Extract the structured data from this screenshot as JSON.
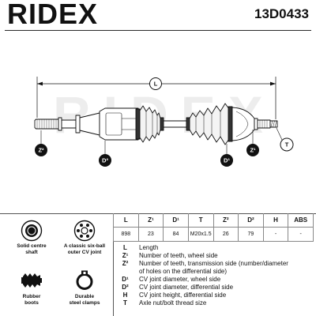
{
  "header": {
    "brand": "RIDEX",
    "part_number": "13D0433"
  },
  "colors": {
    "text": "#111111",
    "watermark": "#ededed",
    "clamp": "#333333"
  },
  "drawing": {
    "watermark": "RIDEX",
    "labels": {
      "length": "L",
      "z2": "Z²",
      "d2": "D²",
      "d1": "D¹",
      "z1": "Z¹",
      "t": "T"
    }
  },
  "features": [
    {
      "icon": "solid-shaft-icon",
      "lines": [
        "Solid centre",
        "shaft"
      ]
    },
    {
      "icon": "six-ball-joint-icon",
      "lines": [
        "A classic six-ball",
        "outer CV joint"
      ]
    },
    {
      "icon": "rubber-boot-icon",
      "lines": [
        "Rubber",
        "boots"
      ]
    },
    {
      "icon": "steel-clamp-icon",
      "lines": [
        "Durable",
        "steel clamps"
      ]
    }
  ],
  "spec_table": {
    "headers": [
      "L",
      "Z¹",
      "D¹",
      "T",
      "Z²",
      "D²",
      "H",
      "ABS"
    ],
    "values": [
      "898",
      "23",
      "84",
      "M20x1.5",
      "26",
      "79",
      "-",
      "-"
    ]
  },
  "legend": [
    {
      "key": "L",
      "text": "Length"
    },
    {
      "key": "Z¹",
      "text": "Number of teeth, wheel side"
    },
    {
      "key": "Z²",
      "text": "Number of teeth, transmission side (number/diameter of holes on the differential side)"
    },
    {
      "key": "D¹",
      "text": "CV joint diameter, wheel side"
    },
    {
      "key": "D²",
      "text": "CV joint diameter, differential side"
    },
    {
      "key": "H",
      "text": "CV joint height, differential side"
    },
    {
      "key": "T",
      "text": "Axle nut/bolt thread size"
    }
  ]
}
